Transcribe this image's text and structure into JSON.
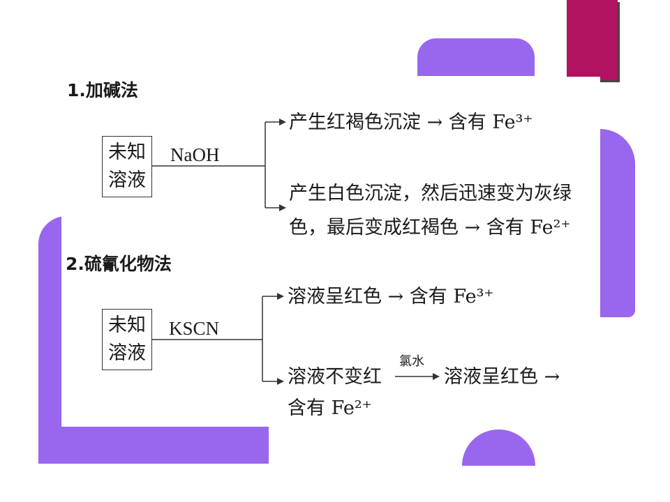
{
  "colors": {
    "purple": "#9966EE",
    "magenta": "#B11360",
    "text": "#1a1a1a"
  },
  "section1": {
    "heading": "1.加碱法",
    "box_line1": "未知",
    "box_line2": "溶液",
    "reagent": "NaOH",
    "branch_a": "产生红褐色沉淀 → 含有 Fe³⁺",
    "branch_b_line1": "产生白色沉淀，然后迅速变为灰绿",
    "branch_b_line2": "色，最后变成红褐色 → 含有 Fe²⁺"
  },
  "section2": {
    "heading": "2.硫氰化物法",
    "box_line1": "未知",
    "box_line2": "溶液",
    "reagent": "KSCN",
    "branch_a": "溶液呈红色 → 含有 Fe³⁺",
    "branch_b_part1": "溶液不变红",
    "arrow_label": "氯水",
    "branch_b_part2": "溶液呈红色 →",
    "branch_b_line2": "含有 Fe²⁺"
  }
}
